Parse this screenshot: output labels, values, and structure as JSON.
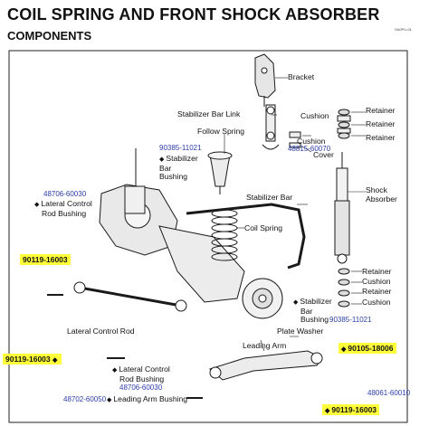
{
  "header": {
    "title": "COIL SPRING AND FRONT SHOCK ABSORBER",
    "subtitle": "COMPONENTS",
    "figure_code": "SA0PU-01"
  },
  "colors": {
    "highlight": "#ffff3a",
    "part_number": "#2c3ea8",
    "line": "#1a1a1a"
  },
  "labels": {
    "bracket": "Bracket",
    "stabilizer_bar_link": "Stabilizer Bar Link",
    "cushion_top": "Cushion",
    "retainer_1": "Retainer",
    "retainer_2": "Retainer",
    "retainer_3": "Retainer",
    "follow_spring": "Follow Spring",
    "cushion_mid": "Cushion",
    "cover": "Cover",
    "stabilizer_bar_bushing_top": [
      "Stabilizer",
      "Bar",
      "Bushing"
    ],
    "lateral_control_rod_bushing_top": [
      "Lateral Control",
      "Rod Bushing"
    ],
    "stabilizer_bar": "Stabilizer Bar",
    "coil_spring": "Coil Spring",
    "shock_absorber": [
      "Shock",
      "Absorber"
    ],
    "retainer_4": "Retainer",
    "cushion_low1": "Cushion",
    "retainer_5": "Retainer",
    "cushion_low2": "Cushion",
    "stabilizer_bar_bushing_bottom": [
      "Stabilizer",
      "Bar",
      "Bushing"
    ],
    "lateral_control_rod": "Lateral Control Rod",
    "plate_washer": "Plate Washer",
    "leading_arm": "Leading Arm",
    "lateral_control_rod_bushing_bottom": [
      "Lateral Control",
      "Rod Bushing"
    ],
    "leading_arm_bushing": "Leading Arm Bushing"
  },
  "part_numbers": {
    "stabilizer_link_bolt": "90385-11021",
    "cover": "48815-60070",
    "lateral_rod_bushing_top": "48706-60030",
    "stabilizer_bushing_bottom": "90385-11021",
    "lateral_rod_bushing_bottom": "48706-60030",
    "leading_arm_bushing_left": "48702-60050",
    "leading_arm_bushing_right": "48061-60010"
  },
  "highlighted_part_numbers": {
    "left_upper": "90119-16003",
    "left_lower": "90119-16003",
    "right_upper": "90105-18006",
    "right_lower": "90119-16003"
  }
}
